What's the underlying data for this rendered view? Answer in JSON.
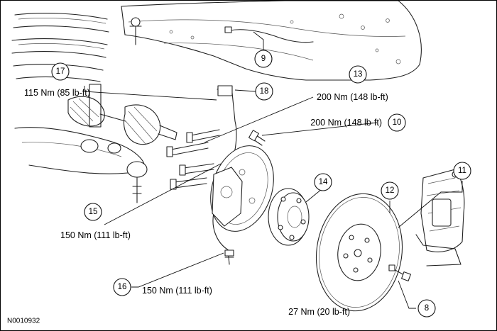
{
  "figure_code": "N0010932",
  "callouts": [
    {
      "id": "c8",
      "number": "8"
    },
    {
      "id": "c9",
      "number": "9"
    },
    {
      "id": "c10",
      "number": "10"
    },
    {
      "id": "c11",
      "number": "11"
    },
    {
      "id": "c12",
      "number": "12"
    },
    {
      "id": "c13",
      "number": "13"
    },
    {
      "id": "c14",
      "number": "14"
    },
    {
      "id": "c15",
      "number": "15"
    },
    {
      "id": "c16",
      "number": "16"
    },
    {
      "id": "c17",
      "number": "17"
    },
    {
      "id": "c18",
      "number": "18"
    }
  ],
  "torque_specs": {
    "t8": "27 Nm (20 lb-ft)",
    "t10": "200 Nm (148 lb-ft)",
    "t13": "200 Nm (148 lb-ft)",
    "t15": "150 Nm (111 lb-ft)",
    "t16": "150 Nm (111 lb-ft)",
    "t17": "115 Nm (85 lb-ft)"
  }
}
